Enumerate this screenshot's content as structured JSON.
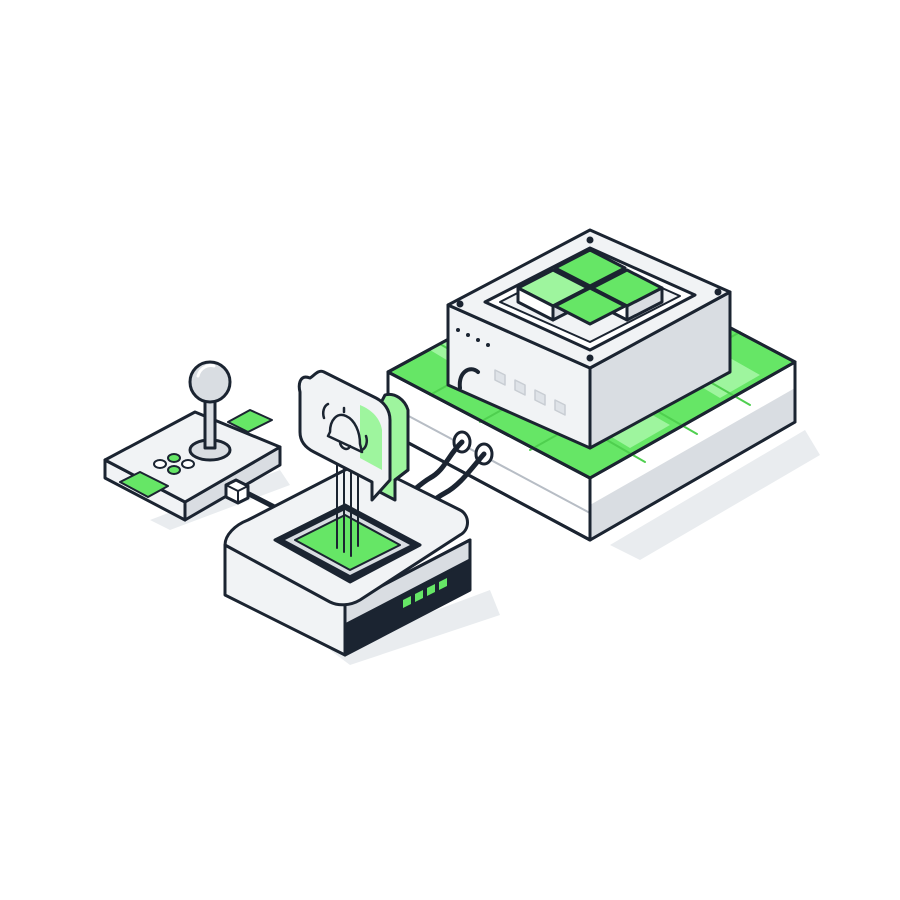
{
  "scene": {
    "background": "#ffffff",
    "colors": {
      "outline": "#1b2431",
      "green_bright": "#66e666",
      "green_light": "#9ef59e",
      "green_pale": "#c9fac9",
      "gray_top": "#f1f3f5",
      "gray_side": "#d9dde2",
      "gray_dark": "#b7bdc5",
      "shadow": "#e9ecef",
      "white": "#ffffff"
    },
    "objects": [
      {
        "name": "arcade-joystick-controller",
        "icon": "joystick-icon"
      },
      {
        "name": "notification-bell-bubble",
        "icon": "bell-ringing-icon"
      },
      {
        "name": "hub-device",
        "icon": "router-icon",
        "status_lights": 4
      },
      {
        "name": "server-module",
        "icon": "server-icon",
        "tiles": 4
      },
      {
        "name": "connection-cables",
        "icon": "cable-icon"
      }
    ]
  }
}
